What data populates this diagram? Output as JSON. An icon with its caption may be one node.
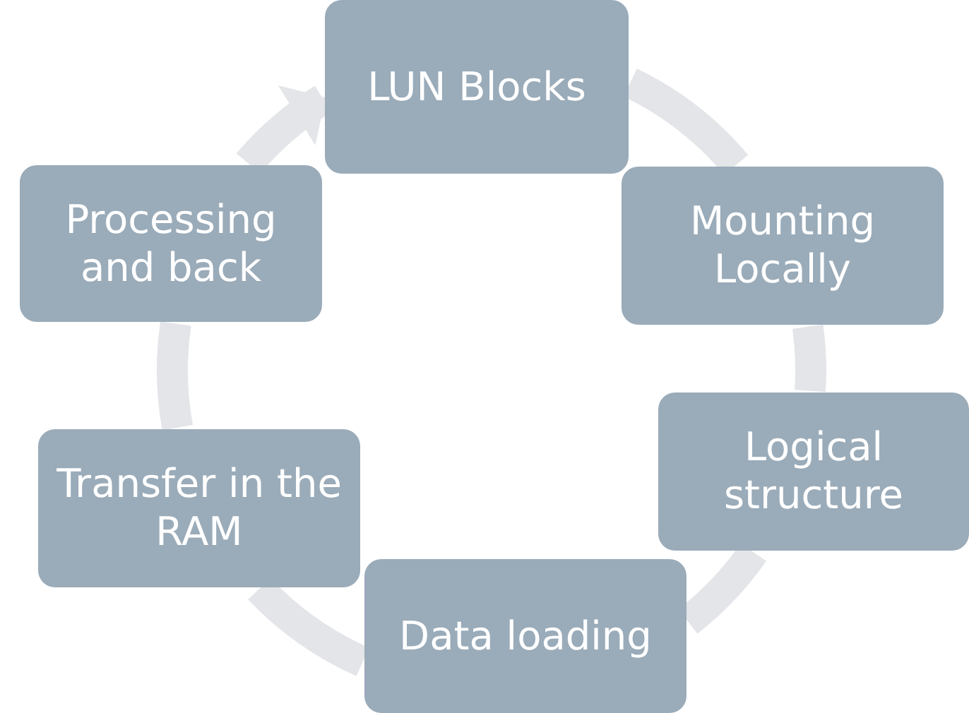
{
  "diagram": {
    "nodes": [
      {
        "text": [
          "LUN Blocks"
        ]
      },
      {
        "text": [
          "Mounting Locally"
        ]
      },
      {
        "text": [
          "Logical structure"
        ]
      },
      {
        "text": [
          "Data loading"
        ]
      },
      {
        "text": [
          "Transfer in the RAM"
        ]
      },
      {
        "text": [
          "Processing and back"
        ]
      }
    ],
    "edges": [
      {
        "from": 0,
        "to": 1,
        "arrow": "none"
      },
      {
        "from": 1,
        "to": 2,
        "arrow": "none"
      },
      {
        "from": 2,
        "to": 3,
        "arrow": "none"
      },
      {
        "from": 3,
        "to": 4,
        "arrow": "none"
      },
      {
        "from": 4,
        "to": 5,
        "arrow": "none"
      },
      {
        "from": 5,
        "to": 0,
        "arrow": "to"
      }
    ]
  }
}
